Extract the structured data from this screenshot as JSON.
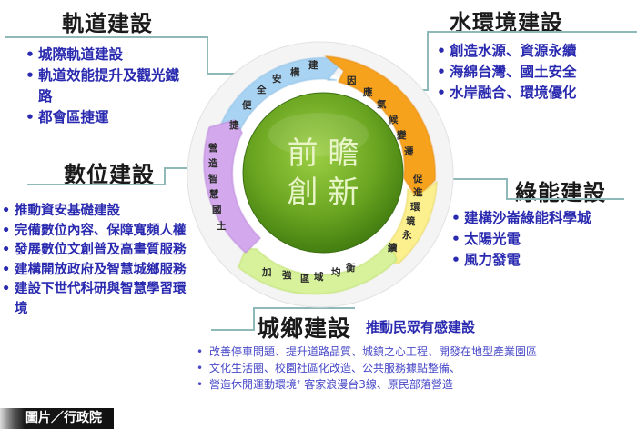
{
  "rail": {
    "title": "軌道建設",
    "items": [
      "城際軌道建設",
      "軌道效能提升及觀光鐵路",
      "都會區捷運"
    ]
  },
  "water": {
    "title": "水環境建設",
    "items": [
      "創造水源、資源永續",
      "海綿台灣、國土安全",
      "水岸融合、環境優化"
    ]
  },
  "digital": {
    "title": "數位建設",
    "items": [
      "推動資安基礎建設",
      "完備數位內容、保障寬頻人權",
      "發展數位文創普及高畫質服務",
      "建構開放政府及智慧城鄉服務",
      "建設下世代科研與智慧學習環境"
    ]
  },
  "green": {
    "title": "綠能建設",
    "items": [
      "建構沙崙綠能科學城",
      "太陽光電",
      "風力發電"
    ]
  },
  "urban": {
    "title": "城鄉建設",
    "subtitle": "推動民眾有感建設",
    "items": [
      "改善停車問題、提升道路品質、城鎮之心工程、開發在地型產業園區",
      "文化生活圈、校園社區化改造、公共服務據點整備、",
      "營造休閒運動環境ꜛ 客家浪漫台3線、原民部落營造"
    ]
  },
  "center": {
    "line1": "前 瞻",
    "line2": "創 新",
    "color": "#6aa521"
  },
  "ring": {
    "segments": [
      {
        "label": "建構安全便捷",
        "chars": [
          "捷",
          "便",
          "全",
          "安",
          "構",
          "建"
        ],
        "color": "#a9d3f2"
      },
      {
        "label": "因應氣候變遷",
        "chars": [
          "因",
          "應",
          "氣",
          "候",
          "變",
          "遷"
        ],
        "color": "#f7a21b"
      },
      {
        "label": "促進環境永續",
        "chars": [
          "促",
          "進",
          "環",
          "境",
          "永",
          "續"
        ],
        "color": "#fbef8e"
      },
      {
        "label": "加強區域均衡",
        "chars": [
          "加",
          "強",
          "區",
          "域",
          "均",
          "衡"
        ],
        "color": "#d7f29a"
      },
      {
        "label": "營造智慧國土",
        "chars": [
          "營",
          "造",
          "智",
          "慧",
          "國",
          "土"
        ],
        "color": "#d3a8ec"
      }
    ]
  },
  "credit": "圖片／行政院"
}
